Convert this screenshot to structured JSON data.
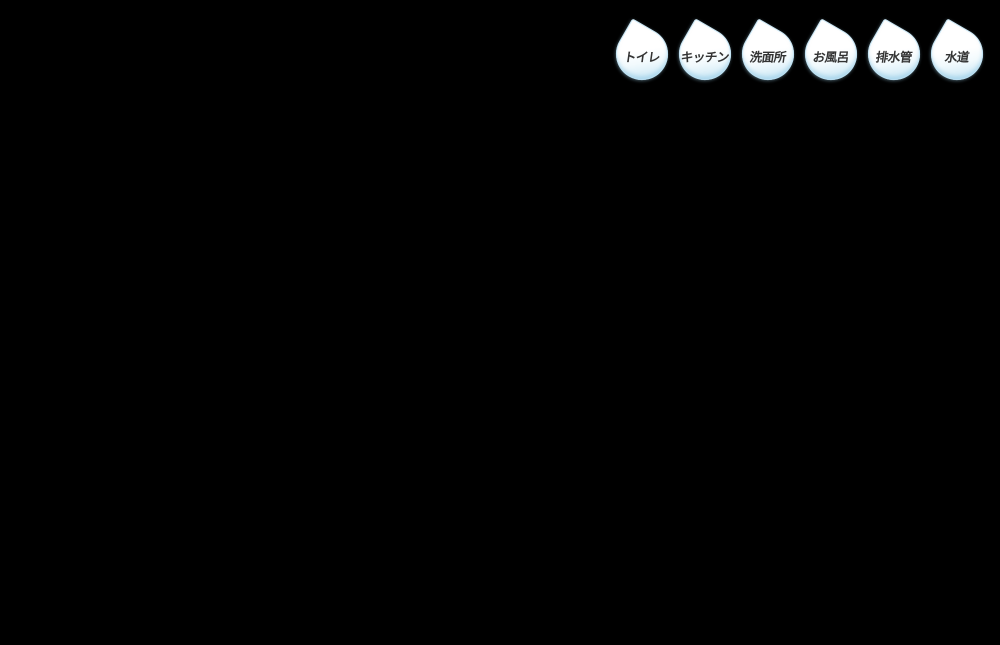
{
  "page": {
    "background_color": "#000000"
  },
  "badges": {
    "colors": {
      "drop_fill": "#ffffff",
      "drop_edge": "#a9d8ee",
      "drop_outline": "#bee1f3",
      "label_text": "#333333"
    },
    "items": [
      {
        "label": "トイレ"
      },
      {
        "label": "キッチン"
      },
      {
        "label": "洗面所"
      },
      {
        "label": "お風呂"
      },
      {
        "label": "排水管"
      },
      {
        "label": "水道"
      }
    ]
  }
}
